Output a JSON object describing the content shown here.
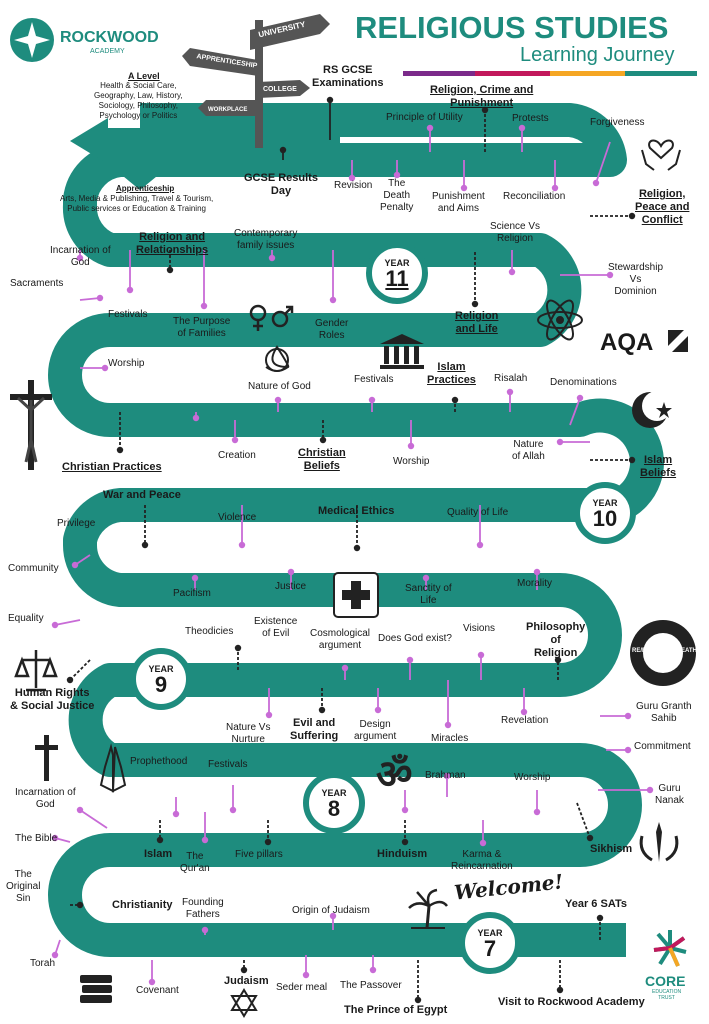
{
  "header": {
    "school": "ROCKWOOD",
    "school_sub": "ACADEMY",
    "title": "RELIGIOUS STUDIES",
    "subtitle": "Learning Journey"
  },
  "signpost": {
    "university": "UNIVERSITY",
    "apprenticeship": "APPRENTICESHIP",
    "college": "COLLEGE",
    "workplace": "WORKPLACE"
  },
  "pathways": {
    "a_level_title": "A Level",
    "a_level_text": "Health & Social Care,\nGeography, Law, History,\nSociology, Philosophy,\nPsychology or Politics",
    "app_title": "Apprenticeship",
    "app_text": "Arts, Media & Publishing, Travel & Tourism,\nPublic services or Education & Training"
  },
  "years": {
    "label": "YEAR",
    "y7": "7",
    "y8": "8",
    "y9": "9",
    "y10": "10",
    "y11": "11"
  },
  "labels": {
    "rs_gcse": "RS GCSE\nExaminations",
    "gcse_results": "GCSE Results\nDay",
    "revision": "Revision",
    "death_penalty": "The\nDeath\nPenalty",
    "principle_utility": "Principle of Utility",
    "punishment_aims": "Punishment\nand Aims",
    "rcp": "Religion, Crime and\nPunishment",
    "protests": "Protests",
    "reconciliation": "Reconciliation",
    "forgiveness": "Forgiveness",
    "rpc": "Religion,\nPeace and\nConflict",
    "science_religion": "Science Vs\nReligion",
    "religion_life": "Religion\nand Life",
    "stewardship": "Stewardship\nVs\nDominion",
    "incarnation1": "Incarnation of\nGod",
    "religion_relationships": "Religion and\nRelationships",
    "contemporary": "Contemporary\nfamily issues",
    "sacraments": "Sacraments",
    "festivals1": "Festivals",
    "purpose_families": "The Purpose\nof Families",
    "gender_roles": "Gender\nRoles",
    "worship1": "Worship",
    "nature_god": "Nature of God",
    "islam_practices": "Islam\nPractices",
    "festivals2": "Festivals",
    "risalah": "Risalah",
    "denominations": "Denominations",
    "creation": "Creation",
    "christian_beliefs": "Christian\nBeliefs",
    "worship2": "Worship",
    "nature_allah": "Nature\nof Allah",
    "islam_beliefs": "Islam\nBeliefs",
    "christian_practices": "Christian Practices",
    "war_peace": "War and Peace",
    "violence": "Violence",
    "medical_ethics": "Medical Ethics",
    "quality_life": "Quality of Life",
    "privilege": "Privilege",
    "community": "Community",
    "pacifism": "Pacifism",
    "justice": "Justice",
    "sanctity": "Sanctity of\nLife",
    "morality": "Morality",
    "equality": "Equality",
    "theodicies": "Theodicies",
    "existence_evil": "Existence\nof Evil",
    "cosmological": "Cosmological\nargument",
    "does_god_exist": "Does God exist?",
    "visions": "Visions",
    "philosophy_religion": "Philosophy\nof\nReligion",
    "human_rights": "Human Rights\n& Social Justice",
    "nature_nurture": "Nature Vs\nNurture",
    "evil_suffering": "Evil and\nSuffering",
    "design_argument": "Design\nargument",
    "miracles": "Miracles",
    "revelation": "Revelation",
    "guru_granth": "Guru Granth\nSahib",
    "commitment": "Commitment",
    "guru_nanak": "Guru\nNanak",
    "prophethood": "Prophethood",
    "festivals3": "Festivals",
    "brahman": "Brahman",
    "worship3": "Worship",
    "incarnation2": "Incarnation of\nGod",
    "the_bible": "The Bible",
    "islam": "Islam",
    "the_quran": "The\nQur'an",
    "five_pillars": "Five pillars",
    "hinduism": "Hinduism",
    "karma": "Karma &\nReincarnation",
    "sikhism": "Sikhism",
    "original_sin": "The\nOriginal\nSin",
    "christianity": "Christianity",
    "founding_fathers": "Founding\nFathers",
    "origin_judaism": "Origin of Judaism",
    "welcome": "Welcome!",
    "year6_sats": "Year 6 SATs",
    "torah": "Torah",
    "covenant": "Covenant",
    "judaism": "Judaism",
    "seder_meal": "Seder meal",
    "passover": "The Passover",
    "prince_egypt": "The Prince of Egypt",
    "visit": "Visit to Rockwood Academy"
  },
  "icons": {
    "aqa": "AQA",
    "core": "CORE",
    "core_sub": "EDUCATION\nTRUST",
    "life_death": "RE/BIRTH LIFE DEATH"
  },
  "colors": {
    "road": "#1e8c7e",
    "dot": "#c86bd6",
    "title": "#1e8c7e",
    "bar": [
      "#7b2a8a",
      "#c2185b",
      "#f5a623",
      "#1e8c7e"
    ]
  }
}
